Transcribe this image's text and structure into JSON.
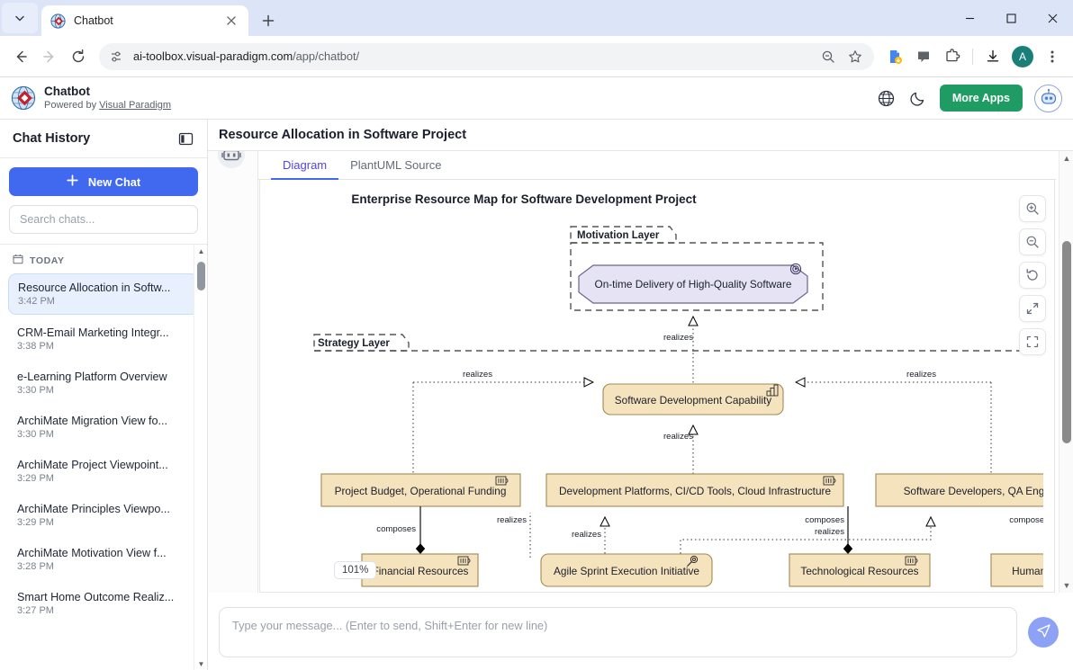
{
  "browser": {
    "tab": {
      "title": "Chatbot",
      "favicon_icon": "visual-paradigm-globe-icon",
      "close_icon": "close-icon"
    },
    "tabstrip_menu_icon": "tab-search-chevron-icon",
    "new_tab_icon": "plus-icon",
    "window_controls": {
      "minimize": "minimize-icon",
      "maximize": "maximize-icon",
      "close": "close-icon"
    },
    "nav": {
      "back_icon": "back-arrow-icon",
      "forward_icon": "forward-arrow-icon",
      "reload_icon": "reload-icon"
    },
    "omnibox": {
      "site_settings_icon": "tune-settings-icon",
      "url_host": "ai-toolbox.visual-paradigm.com",
      "url_path": "/app/chatbot/",
      "zoom_icon": "zoom-out-magnifier-icon",
      "bookmark_icon": "star-icon"
    },
    "toolbar_icons": [
      "document-download-extension-icon",
      "chat-bubble-icon",
      "extensions-puzzle-icon",
      "downloads-icon"
    ],
    "profile_initial": "A",
    "menu_icon": "three-dot-menu-icon"
  },
  "header": {
    "logo_icon": "visual-paradigm-globe-icon",
    "app_name": "Chatbot",
    "powered_prefix": "Powered by ",
    "powered_link": "Visual Paradigm",
    "globe_icon": "language-globe-icon",
    "theme_icon": "dark-mode-moon-icon",
    "more_apps_label": "More Apps",
    "bot_avatar_icon": "chatbot-avatar-icon"
  },
  "sidebar": {
    "title": "Chat History",
    "collapse_icon": "panel-collapse-icon",
    "new_chat_label": "New Chat",
    "new_chat_icon": "plus-icon",
    "search_placeholder": "Search chats...",
    "search_value": "",
    "group_label": "TODAY",
    "group_icon": "calendar-icon",
    "items": [
      {
        "name": "Resource Allocation in Softw...",
        "time": "3:42 PM",
        "active": true
      },
      {
        "name": "CRM-Email Marketing Integr...",
        "time": "3:38 PM",
        "active": false
      },
      {
        "name": "e-Learning Platform Overview",
        "time": "3:30 PM",
        "active": false
      },
      {
        "name": "ArchiMate Migration View fo...",
        "time": "3:30 PM",
        "active": false
      },
      {
        "name": "ArchiMate Project Viewpoint...",
        "time": "3:29 PM",
        "active": false
      },
      {
        "name": "ArchiMate Principles Viewpo...",
        "time": "3:29 PM",
        "active": false
      },
      {
        "name": "ArchiMate Motivation View f...",
        "time": "3:28 PM",
        "active": false
      },
      {
        "name": "Smart Home Outcome Realiz...",
        "time": "3:27 PM",
        "active": false
      }
    ]
  },
  "main": {
    "title": "Resource Allocation in Software Project",
    "message_avatar_icon": "robot-avatar-icon",
    "tabs": [
      {
        "label": "Diagram",
        "selected": true
      },
      {
        "label": "PlantUML Source",
        "selected": false
      }
    ],
    "zoom_level": "101%",
    "controls": [
      {
        "icon": "zoom-in-icon",
        "name": "zoom-in-button"
      },
      {
        "icon": "zoom-out-icon",
        "name": "zoom-out-button"
      },
      {
        "icon": "reset-rotate-icon",
        "name": "reset-view-button"
      },
      {
        "icon": "expand-fullscreen-icon",
        "name": "fullscreen-button"
      },
      {
        "icon": "fit-to-screen-icon",
        "name": "fit-screen-button"
      }
    ]
  },
  "diagram": {
    "title": "Enterprise Resource Map for Software Development Project",
    "groups": [
      {
        "label": "Motivation Layer"
      },
      {
        "label": "Strategy Layer"
      }
    ],
    "nodes": [
      {
        "id": "goal",
        "label": "On-time Delivery of High-Quality Software",
        "shape": "octagon",
        "fill": "#e6e3f5",
        "icon": "goal-target-icon"
      },
      {
        "id": "cap",
        "label": "Software Development Capability",
        "shape": "rounded",
        "fill": "#f5e3bd",
        "icon": "capability-grid-icon"
      },
      {
        "id": "budget",
        "label": "Project Budget, Operational Funding",
        "shape": "rect",
        "fill": "#f5e3bd",
        "icon": "resource-icon"
      },
      {
        "id": "platforms",
        "label": "Development Platforms, CI/CD Tools, Cloud Infrastructure",
        "shape": "rect",
        "fill": "#f5e3bd",
        "icon": "resource-icon"
      },
      {
        "id": "devs",
        "label": "Software Developers, QA Engineers",
        "shape": "rect",
        "fill": "#f5e3bd",
        "icon": "resource-icon"
      },
      {
        "id": "fin",
        "label": "Financial Resources",
        "shape": "rect",
        "fill": "#f5e3bd",
        "icon": "resource-icon"
      },
      {
        "id": "agile",
        "label": "Agile Sprint Execution Initiative",
        "shape": "rounded",
        "fill": "#f5e3bd",
        "icon": "course-of-action-icon"
      },
      {
        "id": "tech",
        "label": "Technological Resources",
        "shape": "rect",
        "fill": "#f5e3bd",
        "icon": "resource-icon"
      },
      {
        "id": "human",
        "label": "Human Resources",
        "shape": "rect",
        "fill": "#f5e3bd",
        "icon": "resource-icon"
      }
    ],
    "edge_labels": {
      "realizes": "realizes",
      "composes": "composes"
    },
    "edges": [
      {
        "from": "cap",
        "to": "goal",
        "label": "realizes"
      },
      {
        "from": "budget",
        "to": "cap",
        "label": "realizes"
      },
      {
        "from": "platforms",
        "to": "cap",
        "label": "realizes"
      },
      {
        "from": "devs",
        "to": "cap",
        "label": "realizes"
      },
      {
        "from": "agile",
        "to": "budget",
        "label": "realizes"
      },
      {
        "from": "agile",
        "to": "platforms",
        "label": "realizes"
      },
      {
        "from": "agile",
        "to": "devs",
        "label": "realizes"
      },
      {
        "from": "tech",
        "to": "platforms",
        "label": "realizes"
      },
      {
        "from": "budget",
        "to": "fin",
        "label": "composes"
      },
      {
        "from": "platforms",
        "to": "tech",
        "label": "composes"
      },
      {
        "from": "devs",
        "to": "human",
        "label": "composes"
      }
    ]
  },
  "composer": {
    "placeholder": "Type your message... (Enter to send, Shift+Enter for new line)",
    "value": "",
    "send_icon": "send-paper-plane-icon"
  },
  "colors": {
    "accent_blue": "#4169f0",
    "brand_green": "#1f9c63",
    "archimate_yellow": "#f5e3bd",
    "motivation_purple": "#e6e3f5"
  }
}
